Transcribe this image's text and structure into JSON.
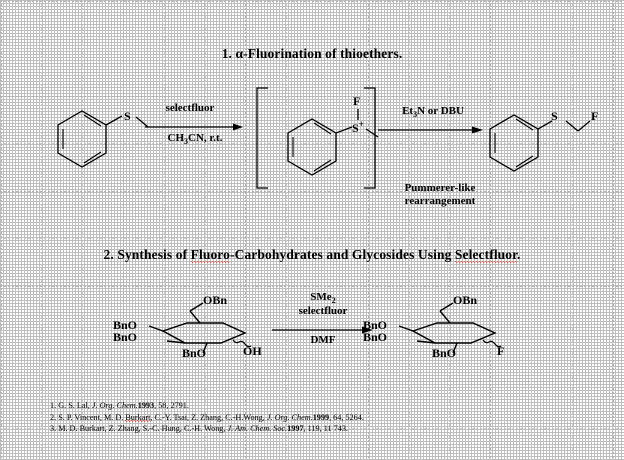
{
  "document": {
    "title_block": {
      "section1": {
        "number": "1.",
        "text": " α-Fluorination of thioethers."
      },
      "section2": {
        "prefix": "2. Synthesis of ",
        "misspelled_1": "Fluoro",
        "middle": "-Carbohydrates and Glycosides Using ",
        "misspelled_2": "Selectfluor",
        "suffix": "."
      }
    },
    "scheme1": {
      "name": "alpha-fluorination-of-thioethers",
      "reactant_labels": {
        "sulfur": "S"
      },
      "conditions_1": {
        "above": "selectfluor",
        "below_1": "CH",
        "below_sub": "3",
        "below_2": "CN, r.t."
      },
      "intermediate_labels": {
        "fluorine": "F",
        "sulfonium": "S",
        "charge": "+"
      },
      "conditions_2": {
        "above_1": "Et",
        "above_sub": "3",
        "above_2": "N or DBU",
        "caption_line1": "Pummerer-like",
        "caption_line2": "rearrangement"
      },
      "product_labels": {
        "sulfur": "S",
        "fluorine": "F"
      }
    },
    "scheme2": {
      "name": "synthesis-of-fluoro-carbohydrates",
      "reactant_labels": {
        "obn": "OBn",
        "bno_upper": "BnO",
        "bno_lower": "BnO",
        "bno_bottom": "BnO",
        "oh": "OH"
      },
      "conditions": {
        "line1_1": "SMe",
        "line1_sub": "2",
        "line2": "selectfluor",
        "line3": "DMF"
      },
      "product_labels": {
        "obn": "OBn",
        "bno_upper": "BnO",
        "bno_lower": "BnO",
        "bno_bottom": "BnO",
        "f": "F"
      }
    },
    "footnotes": [
      {
        "index": "1.",
        "authors": "G. S. Lal,",
        "journal": "J. Org. Chem.",
        "year": "1993",
        "rest": ", 58, 2791.",
        "misspelled": ""
      },
      {
        "index": "2.",
        "authors_pre": "S. P. Vincent, M. D. ",
        "misspelled": "Burkart",
        "authors_post": ", C.-Y. Tsai, Z. Zhang, C.-H.Wong,",
        "journal": "J. Org. Chem.",
        "year": "1999",
        "rest": ", 64, 5264."
      },
      {
        "index": "3.",
        "authors": "M. D. Burkart, Z. Zhang, S.-C. Hung, C.-H. Wong,",
        "journal": "J. Am. Chem. Soc.",
        "year": "1997",
        "rest": ", 119, 11 743."
      }
    ]
  },
  "colors": {
    "text": "#000000",
    "grid": "#c8c8c8",
    "grid_major": "#b0b0b0",
    "spellcheck_underline": "#e04030",
    "background": "#ffffff"
  }
}
